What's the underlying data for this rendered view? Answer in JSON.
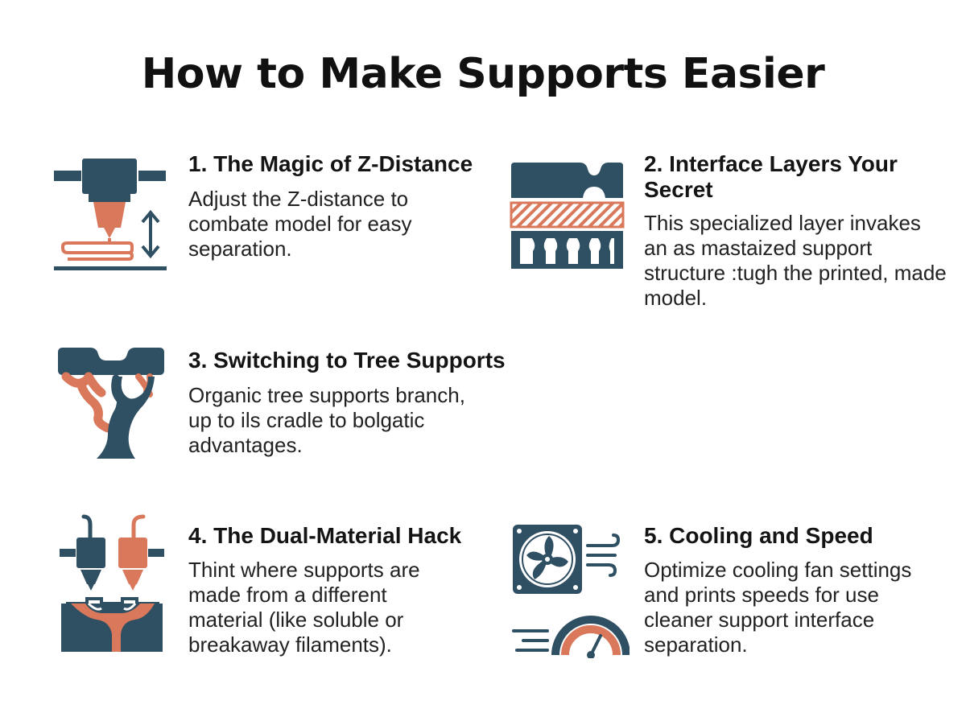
{
  "page": {
    "title": "How to Make Supports Easier"
  },
  "colors": {
    "navy": "#2f4f63",
    "orange": "#d9785a",
    "background": "#ffffff"
  },
  "tips": [
    {
      "heading": "1. The Magic of Z-Distance",
      "body": "Adjust the Z-distance to combate model for easy separation.",
      "icon": "nozzle-z-distance-icon"
    },
    {
      "heading": "2. Interface Layers Your Secret",
      "body": "This specialized layer invakes an as mastaized support structure :tugh the printed, made model.",
      "icon": "interface-layer-icon"
    },
    {
      "heading": "3. Switching to Tree Supports",
      "body": "Organic tree supports branch, up to ils cradle to bolgatic advantages.",
      "icon": "tree-support-icon"
    },
    {
      "heading": "4. The Dual-Material Hack",
      "body": "Thint where supports are made from a different material (like soluble or breakaway filaments).",
      "icon": "dual-extruder-icon"
    },
    {
      "heading": "5. Cooling and Speed",
      "body": "Optimize cooling fan settings and prints speeds for use cleaner support interface separation.",
      "icon": "fan-speed-icon"
    }
  ]
}
